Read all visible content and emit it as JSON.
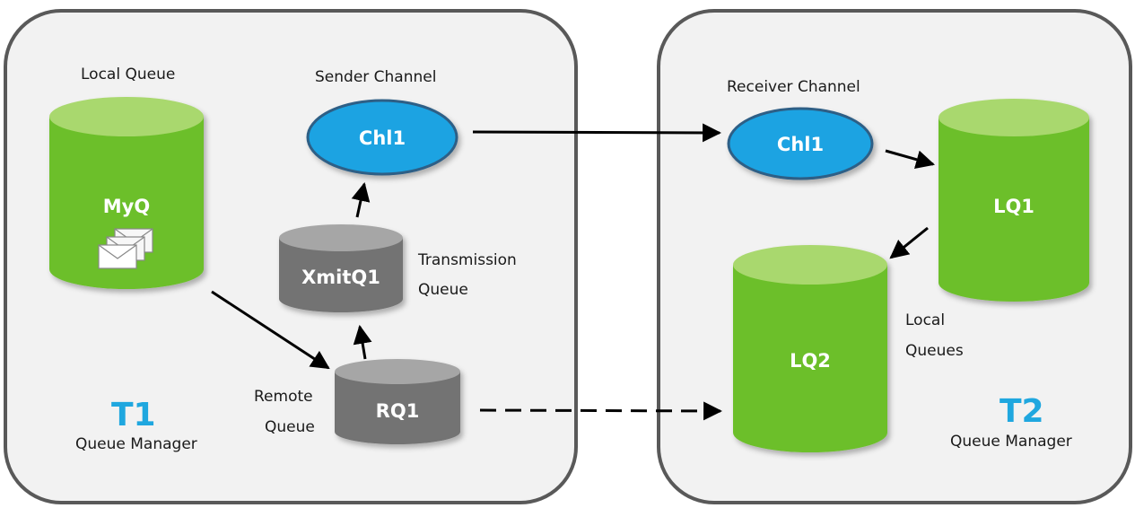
{
  "queue_managers": [
    {
      "id": "T1",
      "name": "T1",
      "label": "Queue Manager"
    },
    {
      "id": "T2",
      "name": "T2",
      "label": "Queue Manager"
    }
  ],
  "labels": {
    "local_queue": "Local Queue",
    "sender_channel": "Sender Channel",
    "transmission_queue_1": "Transmission",
    "transmission_queue_2": "Queue",
    "remote_queue_1": "Remote",
    "remote_queue_2": "Queue",
    "receiver_channel": "Receiver Channel",
    "local_queues_1": "Local",
    "local_queues_2": "Queues"
  },
  "nodes": {
    "myq": "MyQ",
    "xmitq1": "XmitQ1",
    "rq1": "RQ1",
    "sender_chl": "Chl1",
    "receiver_chl": "Chl1",
    "lq1": "LQ1",
    "lq2": "LQ2"
  },
  "colors": {
    "green_body": "#6cbf2a",
    "green_top": "#a9d86e",
    "gray_body": "#737373",
    "gray_top": "#a6a6a6",
    "channel_blue": "#1aa3e2",
    "panel_bg": "#f2f2f2",
    "panel_border": "#595959",
    "accent": "#1fa7df"
  },
  "icons": [
    "envelope-stack-icon"
  ]
}
